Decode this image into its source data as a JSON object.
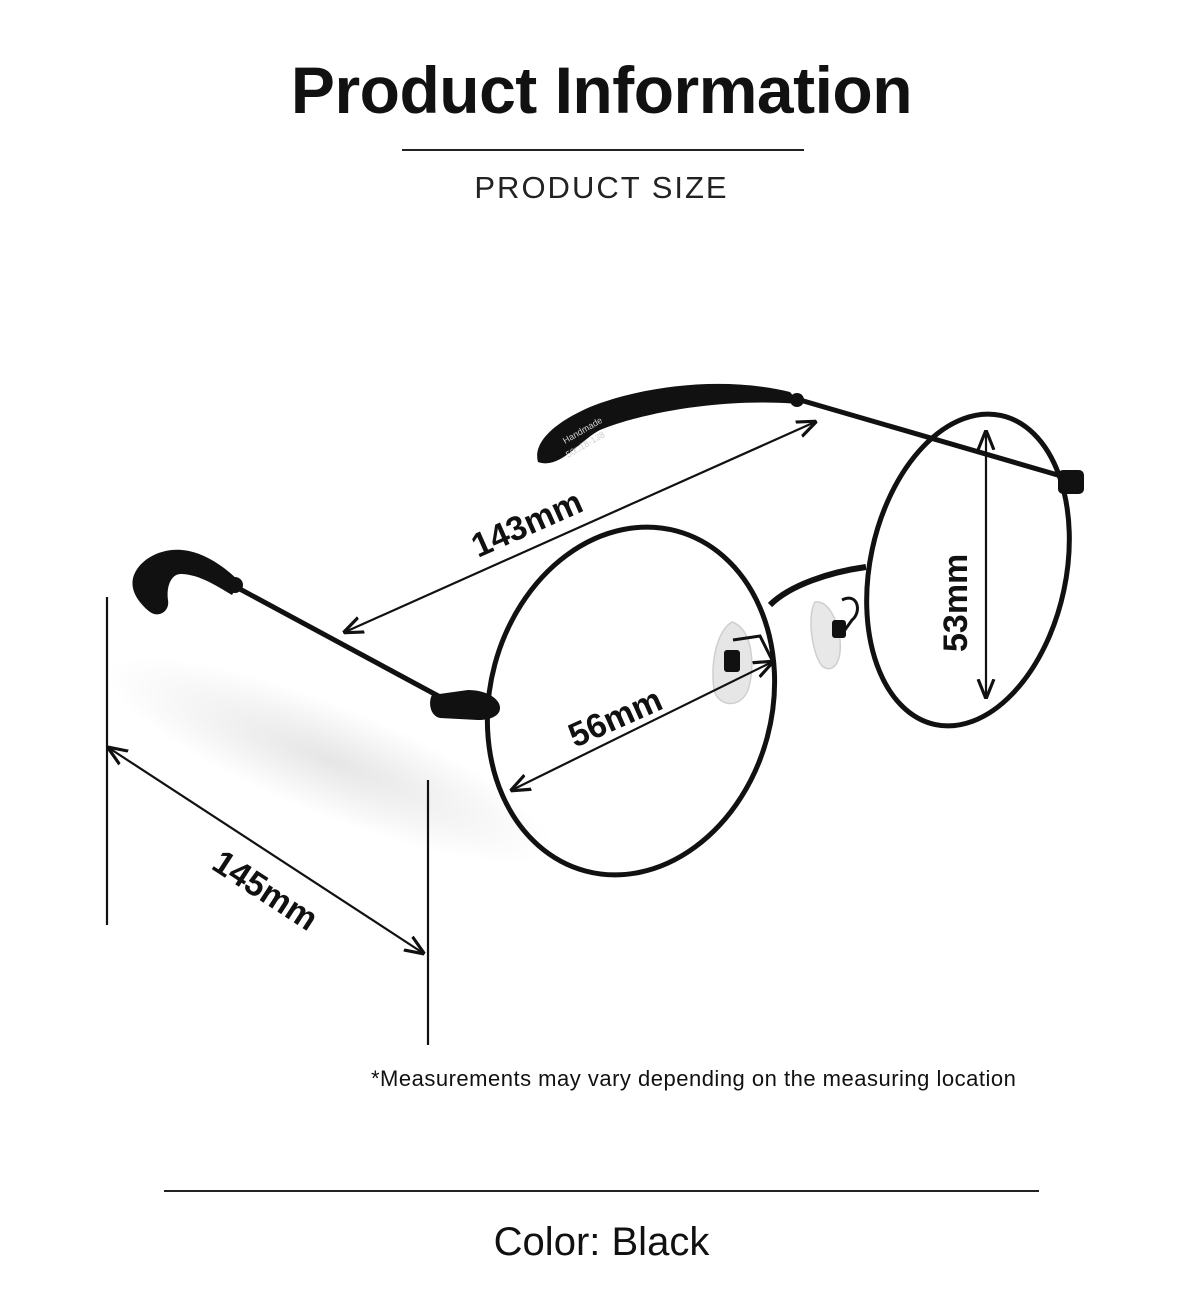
{
  "header": {
    "title": "Product Information",
    "subtitle": "PRODUCT SIZE"
  },
  "diagram": {
    "product": "glasses",
    "temple_engraving": [
      "Handmade",
      "50□18-138"
    ],
    "dimensions": {
      "temple_length": "145mm",
      "frame_width": "143mm",
      "lens_width": "56mm",
      "lens_height": "53mm"
    }
  },
  "footer": {
    "note": "*Measurements may vary depending on the measuring location",
    "color_label": "Color:",
    "color_value": "Black"
  },
  "colors": {
    "frame": "#111111",
    "background": "#ffffff",
    "nose_pad": "#e6e6e6"
  }
}
